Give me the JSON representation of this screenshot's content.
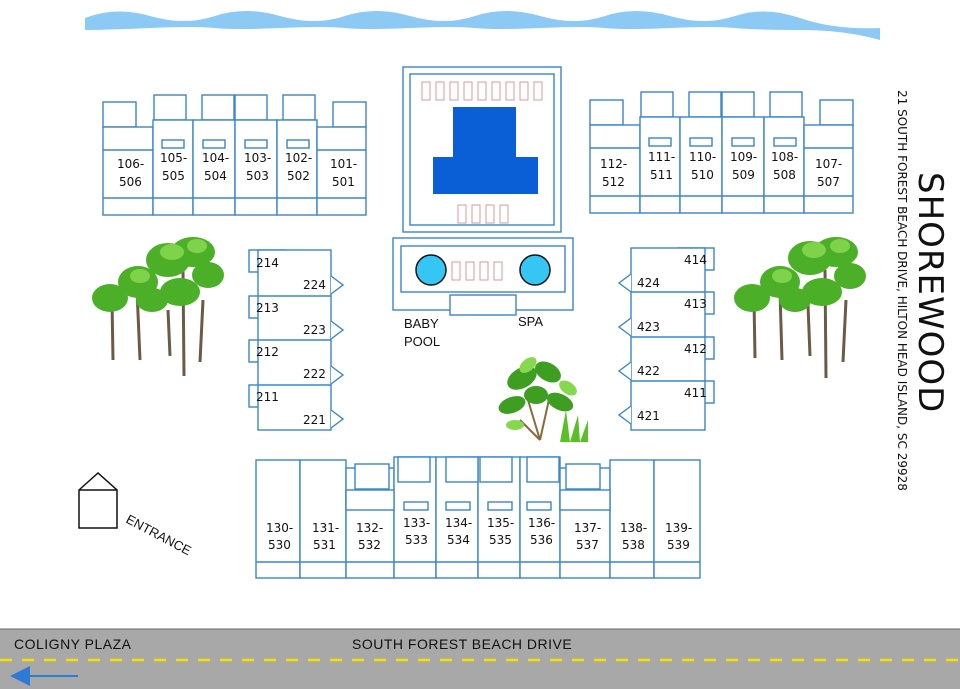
{
  "title": "SHOREWOOD",
  "address": "21 SOUTH FOREST BEACH DRIVE, HILTON HEAD ISLAND, SC 29928",
  "road": {
    "left_label": "COLIGNY PLAZA",
    "center_label": "SOUTH FOREST BEACH DRIVE"
  },
  "entrance_label": "ENTRANCE",
  "pool": {
    "baby_pool_line1": "BABY",
    "baby_pool_line2": "POOL",
    "spa_label": "SPA"
  },
  "colors": {
    "building": "#3a86c8",
    "pool": "#0a5fd6",
    "water": "#6bb8f0",
    "road": "#a8a8a8",
    "road_line": "#f5e000",
    "tree": "#4caf28",
    "spa_fill": "#36c6f4"
  },
  "icons": [
    "ocean-waves-icon",
    "tree-icon",
    "shrub-icon",
    "entrance-house-icon",
    "arrow-left-icon"
  ],
  "top_left_units": [
    {
      "top": "106-",
      "bottom": "506"
    },
    {
      "top": "105-",
      "bottom": "505"
    },
    {
      "top": "104-",
      "bottom": "504"
    },
    {
      "top": "103-",
      "bottom": "503"
    },
    {
      "top": "102-",
      "bottom": "502"
    },
    {
      "top": "101-",
      "bottom": "501"
    }
  ],
  "top_right_units": [
    {
      "top": "112-",
      "bottom": "512"
    },
    {
      "top": "111-",
      "bottom": "511"
    },
    {
      "top": "110-",
      "bottom": "510"
    },
    {
      "top": "109-",
      "bottom": "509"
    },
    {
      "top": "108-",
      "bottom": "508"
    },
    {
      "top": "107-",
      "bottom": "507"
    }
  ],
  "left_block": [
    {
      "outer": "214",
      "inner": "224"
    },
    {
      "outer": "213",
      "inner": "223"
    },
    {
      "outer": "212",
      "inner": "222"
    },
    {
      "outer": "211",
      "inner": "221"
    }
  ],
  "right_block": [
    {
      "outer": "414",
      "inner": "424"
    },
    {
      "outer": "413",
      "inner": "423"
    },
    {
      "outer": "412",
      "inner": "422"
    },
    {
      "outer": "411",
      "inner": "421"
    }
  ],
  "bottom_units": [
    {
      "top": "130-",
      "bottom": "530"
    },
    {
      "top": "131-",
      "bottom": "531"
    },
    {
      "top": "132-",
      "bottom": "532"
    },
    {
      "top": "133-",
      "bottom": "533"
    },
    {
      "top": "134-",
      "bottom": "534"
    },
    {
      "top": "135-",
      "bottom": "535"
    },
    {
      "top": "136-",
      "bottom": "536"
    },
    {
      "top": "137-",
      "bottom": "537"
    },
    {
      "top": "138-",
      "bottom": "538"
    },
    {
      "top": "139-",
      "bottom": "539"
    }
  ]
}
